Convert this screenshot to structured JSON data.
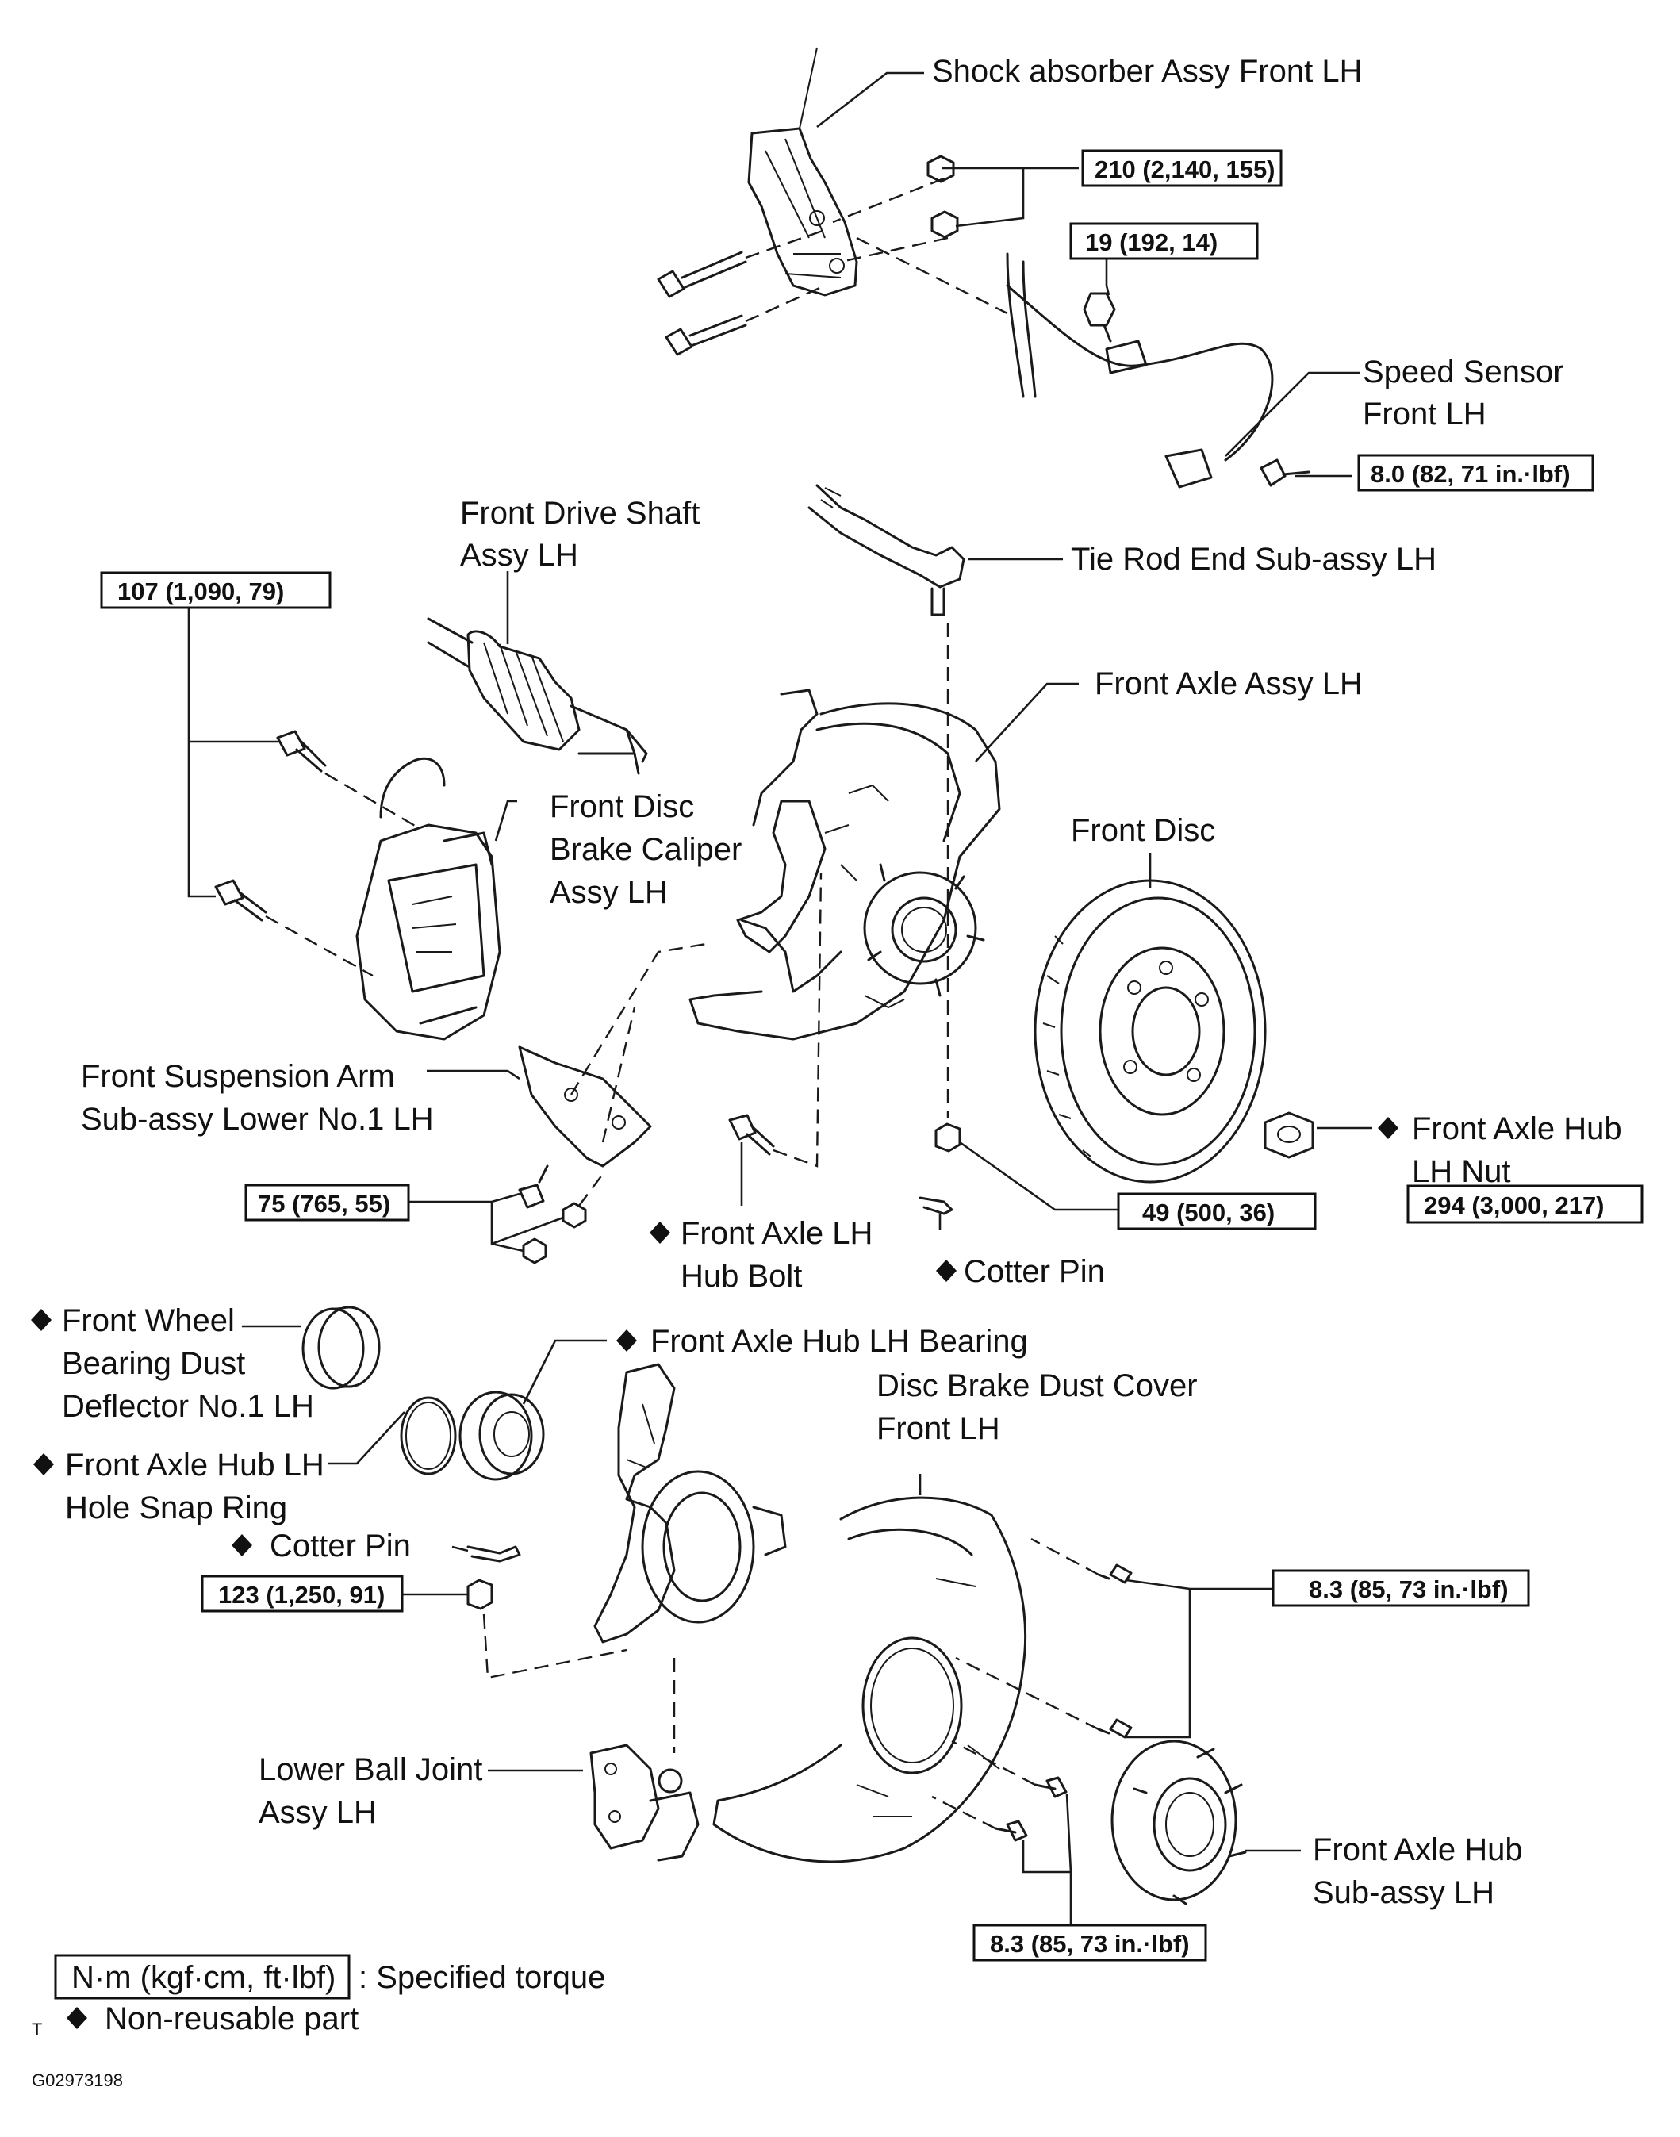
{
  "labels": {
    "shock_absorber": "Shock absorber Assy Front LH",
    "speed_sensor_1": "Speed Sensor",
    "speed_sensor_2": "Front LH",
    "drive_shaft_1": "Front Drive Shaft",
    "drive_shaft_2": "Assy LH",
    "tie_rod_end": "Tie Rod End Sub-assy LH",
    "front_axle_assy": "Front Axle Assy LH",
    "caliper_1": "Front Disc",
    "caliper_2": "Brake Caliper",
    "caliper_3": "Assy LH",
    "front_disc": "Front Disc",
    "susp_arm_1": "Front Suspension Arm",
    "susp_arm_2": "Sub-assy  Lower No.1 LH",
    "hub_nut_1": "Front Axle Hub",
    "hub_nut_2": "LH Nut",
    "hub_bolt_1": "Front Axle LH",
    "hub_bolt_2": "Hub Bolt",
    "cotter_pin_upper": "Cotter Pin",
    "dust_deflector_1": "Front Wheel",
    "dust_deflector_2": "Bearing Dust",
    "dust_deflector_3": "Deflector No.1 LH",
    "hub_bearing": "Front Axle Hub LH Bearing",
    "snap_ring_1": "Front Axle Hub LH",
    "snap_ring_2": "Hole Snap Ring",
    "dust_cover_1": "Disc Brake Dust Cover",
    "dust_cover_2": "Front LH",
    "cotter_pin_lower": "Cotter Pin",
    "ball_joint_1": "Lower Ball Joint",
    "ball_joint_2": "Assy LH",
    "axle_hub_1": "Front Axle Hub",
    "axle_hub_2": "Sub-assy  LH"
  },
  "torques": {
    "shock_bolts": "210 (2,140, 155)",
    "sensor_clamp": "19 (192, 14)",
    "sensor_bolt": "8.0 (82, 71 in.·lbf)",
    "caliper_bolts": "107 (1,090, 79)",
    "arm_bolts": "75 (765, 55)",
    "tie_rod_nut": "49 (500, 36)",
    "hub_nut": "294 (3,000, 217)",
    "ball_joint_nut": "123 (1,250, 91)",
    "dust_cover_upper": "8.3 (85, 73 in.·lbf)",
    "dust_cover_lower": "8.3 (85, 73 in.·lbf)"
  },
  "legend": {
    "unit_box": "N·m (kgf·cm, ft·lbf)",
    "unit_desc": ": Specified torque",
    "nonreusable": "Non-reusable part",
    "corner_mark": "T"
  },
  "figure_code": "G02973198",
  "icons": {
    "nonreusable_marker": "diamond-icon"
  }
}
